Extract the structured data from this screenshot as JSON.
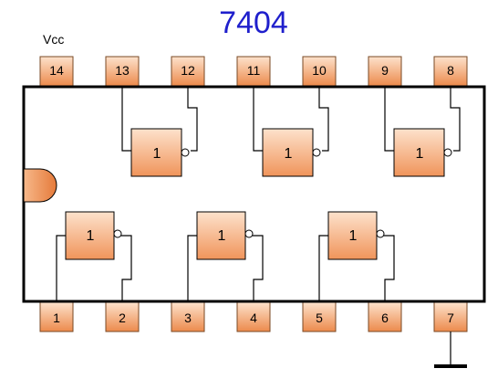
{
  "title": "7404",
  "vcc_label": "Vcc",
  "top_pins": [
    "14",
    "13",
    "12",
    "11",
    "10",
    "9",
    "8"
  ],
  "bottom_pins": [
    "1",
    "2",
    "3",
    "4",
    "5",
    "6",
    "7"
  ],
  "gate_label": "1",
  "gates_top": [
    "1",
    "1",
    "1"
  ],
  "gates_bottom": [
    "1",
    "1",
    "1"
  ],
  "colors": {
    "title": "#1f1fcc",
    "pin_light": "#fde0c8",
    "pin_dark": "#ec8a4c",
    "body_outline": "#000000"
  }
}
